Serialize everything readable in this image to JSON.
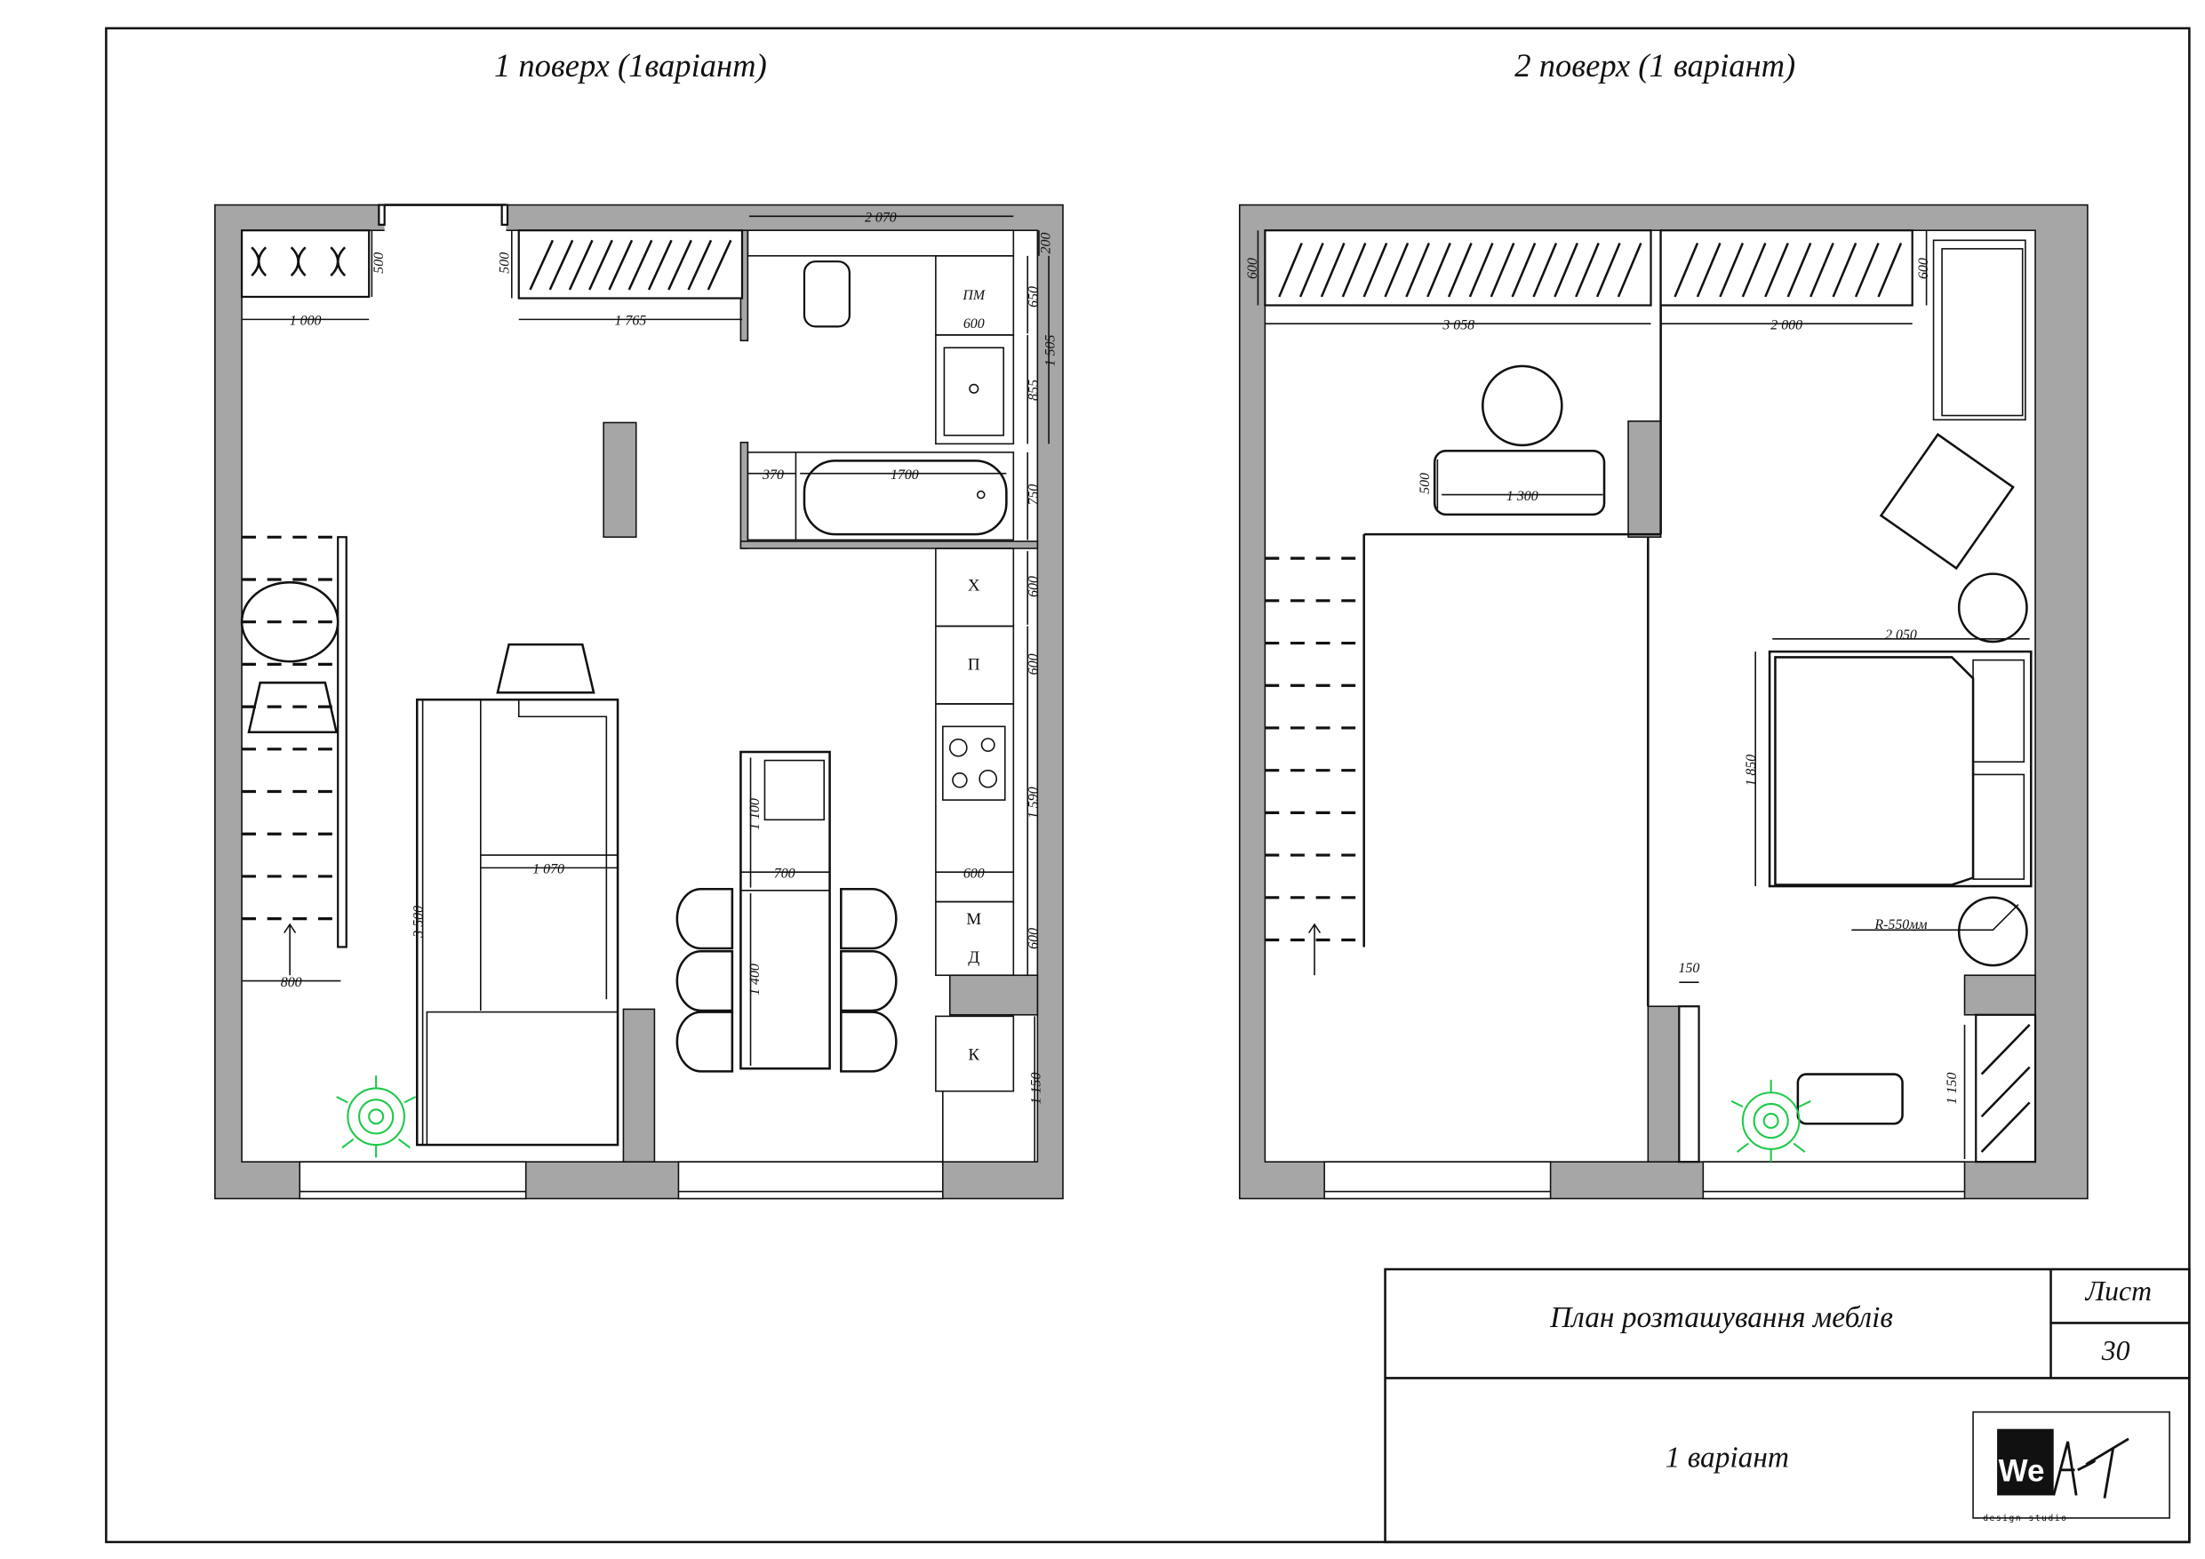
{
  "sheet": {
    "floor1_title": "1 поверх (1варіант)",
    "floor2_title": "2 поверх (1 варіант)"
  },
  "floor1": {
    "dims": {
      "d2070": "2 070",
      "d200": "200",
      "d500a": "500",
      "d500b": "500",
      "d1000": "1 000",
      "d1765": "1 765",
      "d650": "650",
      "d600pm": "600",
      "d1505": "1 505",
      "d855": "855",
      "d370": "370",
      "d1700": "1700",
      "d750": "750",
      "d600x": "600",
      "d600p": "600",
      "d1590": "1 590",
      "d600w": "600",
      "d600md": "600",
      "d1150": "1 150",
      "d1100": "1 100",
      "d700": "700",
      "d1400": "1 400",
      "d1070": "1 070",
      "d3500": "3 500",
      "d800": "800"
    },
    "labels": {
      "pm": "ПМ",
      "x": "Х",
      "p": "П",
      "m": "М",
      "d": "Д",
      "k": "К"
    }
  },
  "floor2": {
    "dims": {
      "d600a": "600",
      "d3058": "3 058",
      "d2000": "2 000",
      "d600b": "600",
      "d500": "500",
      "d1300": "1 300",
      "d2050": "2 050",
      "d1850": "1 850",
      "r550": "R-550мм",
      "d150": "150",
      "d1150": "1 150"
    }
  },
  "title_block": {
    "title": "План розташування меблів",
    "sheet_label": "Лист",
    "sheet_number": "30",
    "variant": "1 варіант",
    "logo_text": "WeART",
    "logo_sub": "design studio"
  }
}
